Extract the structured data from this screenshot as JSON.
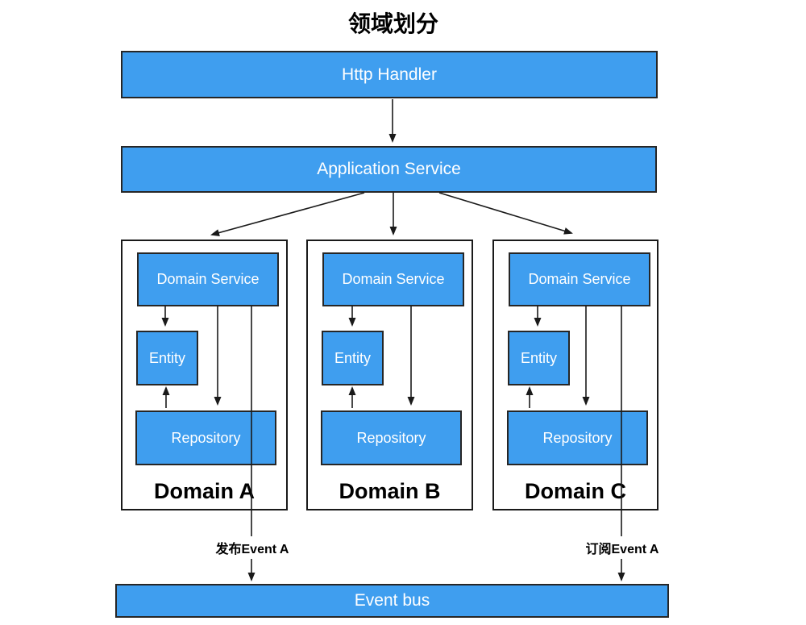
{
  "title": "领域划分",
  "colors": {
    "node_fill": "#3F9EEF",
    "node_border": "#262626",
    "container_border": "#1A1A1A",
    "arrow": "#1A1A1A",
    "node_text": "#FFFFFF",
    "label_text": "#000000"
  },
  "nodes": {
    "http_handler": "Http Handler",
    "application_service": "Application Service",
    "event_bus": "Event bus"
  },
  "domains": [
    {
      "name": "Domain A",
      "domain_service": "Domain Service",
      "entity": "Entity",
      "repository": "Repository"
    },
    {
      "name": "Domain B",
      "domain_service": "Domain Service",
      "entity": "Entity",
      "repository": "Repository"
    },
    {
      "name": "Domain C",
      "domain_service": "Domain Service",
      "entity": "Entity",
      "repository": "Repository"
    }
  ],
  "edge_labels": {
    "publish": "发布Event A",
    "subscribe": "订阅Event A"
  },
  "edges": [
    {
      "from": "Http Handler",
      "to": "Application Service"
    },
    {
      "from": "Application Service",
      "to": "Domain A"
    },
    {
      "from": "Application Service",
      "to": "Domain B"
    },
    {
      "from": "Application Service",
      "to": "Domain C"
    },
    {
      "domain": "Domain A",
      "from": "Domain Service",
      "to": "Entity"
    },
    {
      "domain": "Domain A",
      "from": "Repository",
      "to": "Entity"
    },
    {
      "domain": "Domain A",
      "from": "Domain Service",
      "to": "Repository"
    },
    {
      "domain": "Domain B",
      "from": "Domain Service",
      "to": "Entity"
    },
    {
      "domain": "Domain B",
      "from": "Repository",
      "to": "Entity"
    },
    {
      "domain": "Domain B",
      "from": "Domain Service",
      "to": "Repository"
    },
    {
      "domain": "Domain C",
      "from": "Domain Service",
      "to": "Entity"
    },
    {
      "domain": "Domain C",
      "from": "Repository",
      "to": "Entity"
    },
    {
      "domain": "Domain C",
      "from": "Domain Service",
      "to": "Repository"
    },
    {
      "from": "Domain A",
      "to": "Event bus",
      "label": "发布Event A"
    },
    {
      "from": "Domain C",
      "to": "Event bus",
      "label": "订阅Event A"
    }
  ]
}
